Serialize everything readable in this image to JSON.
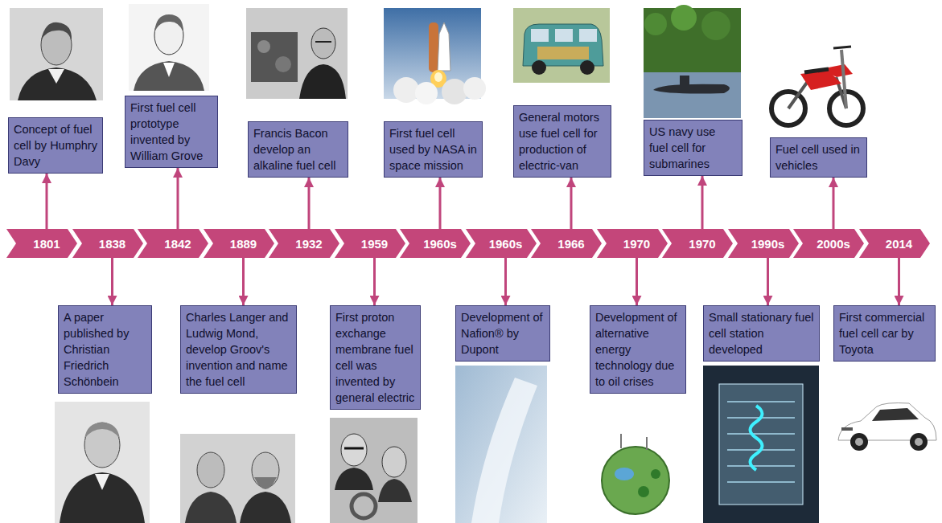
{
  "diagram": {
    "nodes": [
      {
        "text": [
          "Concept of fuel cell by Humphry Davy"
        ]
      },
      {
        "text": [
          "First fuel cell prototype invented by William Grove"
        ]
      },
      {
        "text": [
          "Francis Bacon develop an alkaline fuel cell"
        ]
      },
      {
        "text": [
          "First fuel cell used by NASA in space mission"
        ]
      },
      {
        "text": [
          "General motors use fuel cell for production of electric-van"
        ]
      },
      {
        "text": [
          "US navy use fuel cell for submarines"
        ]
      },
      {
        "text": [
          "Fuel cell used in vehicles"
        ]
      },
      {
        "text": [
          "1801"
        ]
      },
      {
        "text": [
          "1838"
        ]
      },
      {
        "text": [
          "1842"
        ]
      },
      {
        "text": [
          "1889"
        ]
      },
      {
        "text": [
          "1932"
        ]
      },
      {
        "text": [
          "1959"
        ]
      },
      {
        "text": [
          "1960s"
        ]
      },
      {
        "text": [
          "1960s"
        ]
      },
      {
        "text": [
          "1966"
        ]
      },
      {
        "text": [
          "1970"
        ]
      },
      {
        "text": [
          "1970"
        ]
      },
      {
        "text": [
          "1990s"
        ]
      },
      {
        "text": [
          "2000s"
        ]
      },
      {
        "text": [
          "2014"
        ]
      },
      {
        "text": [
          "A paper published by Christian Friedrich Schönbein"
        ]
      },
      {
        "text": [
          "Charles Langer and Ludwig Mond, develop Groov's invention and name the fuel cell"
        ]
      },
      {
        "text": [
          "First proton exchange membrane fuel cell was invented by general electric"
        ]
      },
      {
        "text": [
          "Development of Nafion® by Dupont"
        ]
      },
      {
        "text": [
          "Development of alternative energy technology due to oil crises"
        ]
      },
      {
        "text": [
          "Small stationary fuel cell station developed"
        ]
      },
      {
        "text": [
          "First commercial fuel cell car by Toyota"
        ]
      }
    ],
    "edges": [
      {
        "from": 7,
        "to": 0,
        "arrow": "to"
      },
      {
        "from": 8,
        "to": 21,
        "arrow": "to"
      },
      {
        "from": 9,
        "to": 1,
        "arrow": "to"
      },
      {
        "from": 10,
        "to": 22,
        "arrow": "to"
      },
      {
        "from": 11,
        "to": 2,
        "arrow": "to"
      },
      {
        "from": 12,
        "to": 23,
        "arrow": "to"
      },
      {
        "from": 13,
        "to": 3,
        "arrow": "to"
      },
      {
        "from": 14,
        "to": 24,
        "arrow": "to"
      },
      {
        "from": 15,
        "to": 4,
        "arrow": "to"
      },
      {
        "from": 16,
        "to": 25,
        "arrow": "to"
      },
      {
        "from": 17,
        "to": 5,
        "arrow": "to"
      },
      {
        "from": 18,
        "to": 26,
        "arrow": "to"
      },
      {
        "from": 19,
        "to": 6,
        "arrow": "to"
      },
      {
        "from": 20,
        "to": 27,
        "arrow": "to"
      }
    ]
  }
}
